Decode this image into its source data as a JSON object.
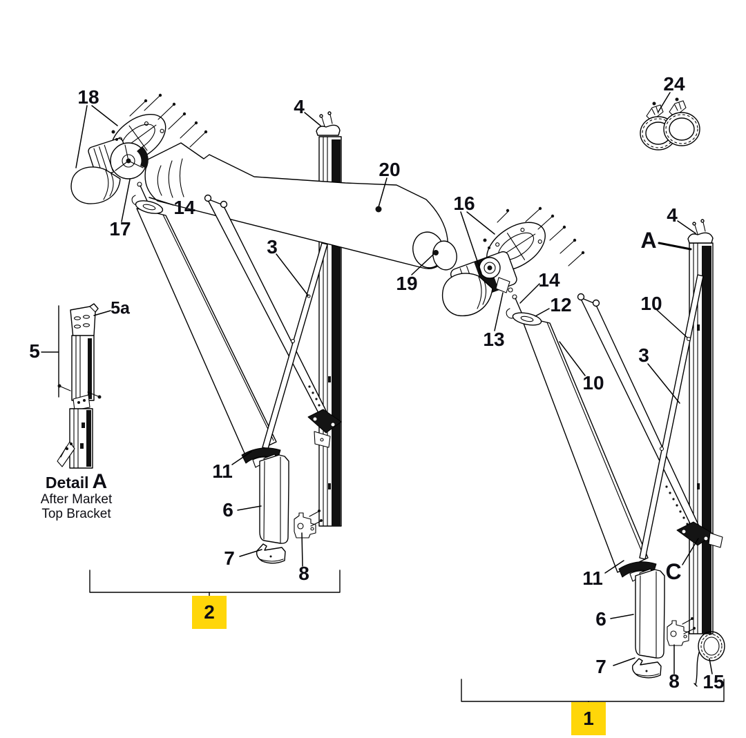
{
  "page": {
    "background": "#FFFFFF",
    "line_color": "#000000",
    "label_color": "#0D0D14",
    "highlight_color": "#FFD609"
  },
  "callouts": {
    "c18": "18",
    "c4_left": "4",
    "c24": "24",
    "c20": "20",
    "c16": "16",
    "cA": "A",
    "c4_right": "4",
    "c17": "17",
    "c14_left": "14",
    "c19": "19",
    "c13": "13",
    "c14_right": "14",
    "c12": "12",
    "c10_right_upper": "10",
    "c3_left": "3",
    "c5a": "5a",
    "c5": "5",
    "c10_right_lower": "10",
    "c3_right": "3",
    "c11_left": "11",
    "c6_left": "6",
    "c7_left": "7",
    "c8_left": "8",
    "c11_right": "11",
    "cC": "C",
    "c6_right": "6",
    "c7_right": "7",
    "c8_right": "8",
    "c15": "15",
    "group2": "2",
    "group1": "1"
  },
  "detail_note": {
    "title": "Detail",
    "title_ref": "A",
    "line1": "After Market",
    "line2": "Top Bracket"
  }
}
